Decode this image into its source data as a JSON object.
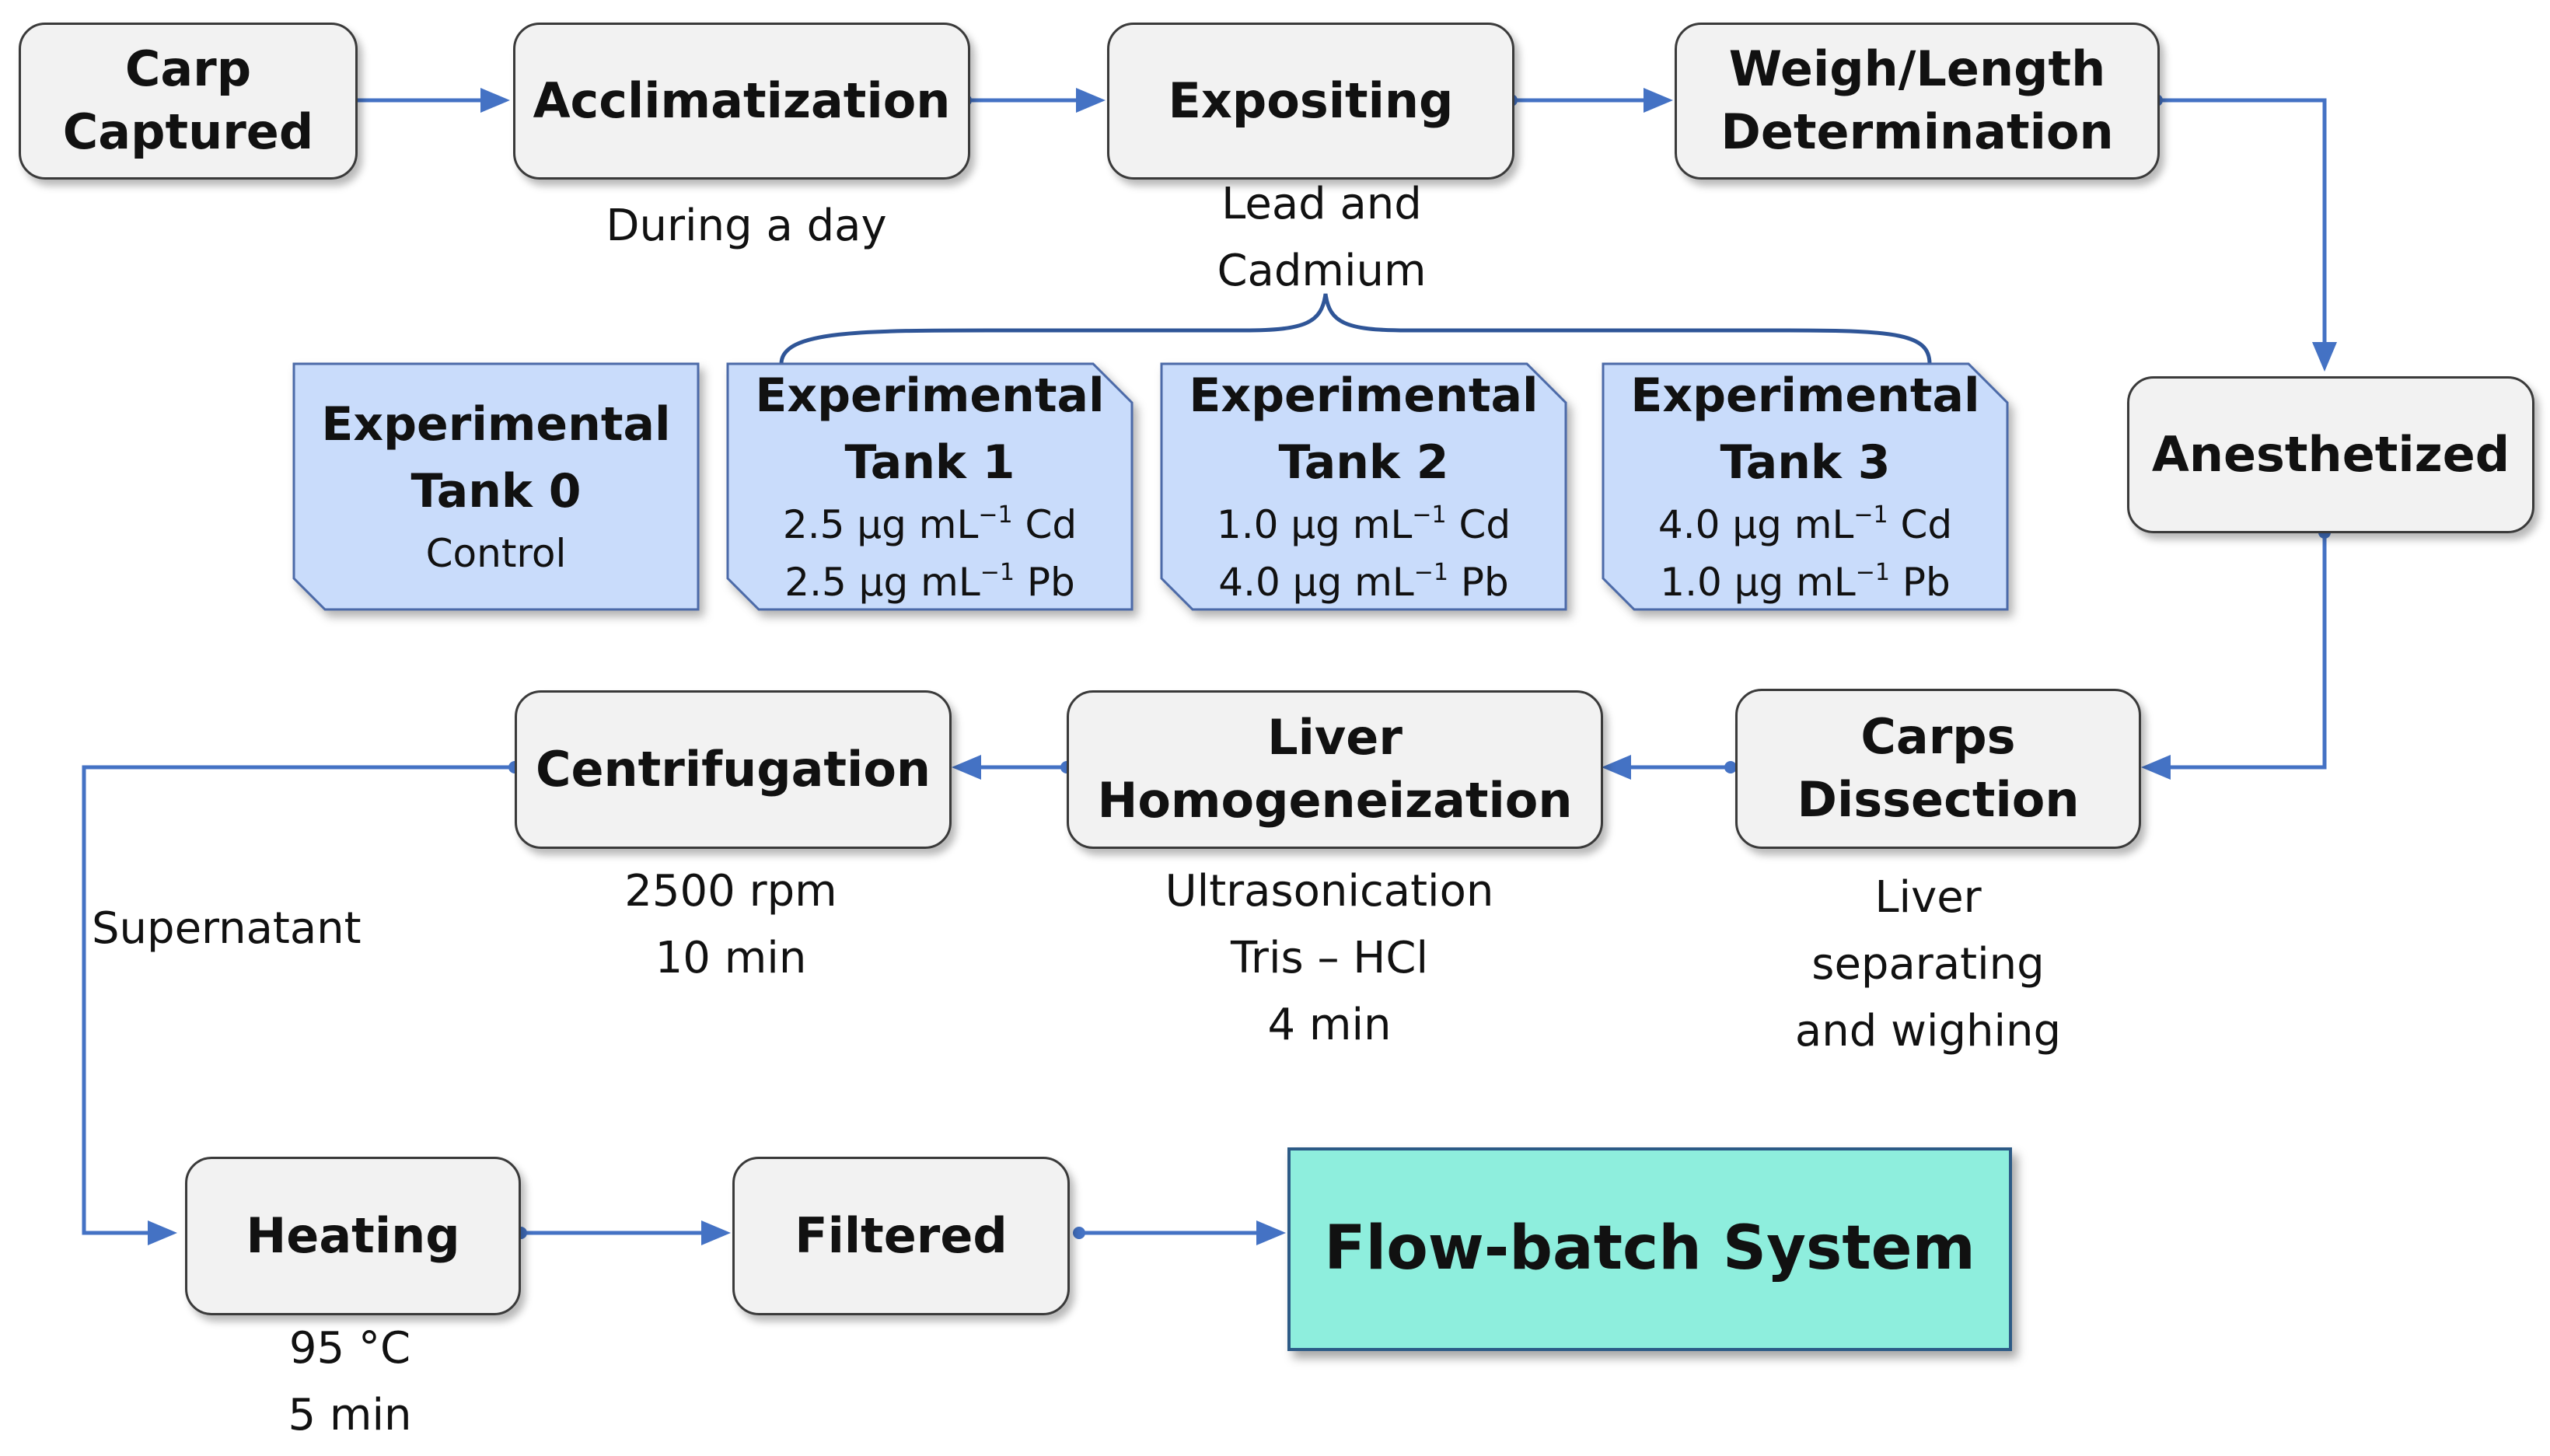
{
  "colors": {
    "arrow": "#4472c4",
    "box_fill": "#f2f2f2",
    "box_border": "#3a3a3a",
    "tank_fill": "#c9dcfb",
    "tank_border": "#4c6aa8",
    "flow_fill": "#8eeedd"
  },
  "steps": {
    "carp_captured": [
      "Carp",
      "Captured"
    ],
    "acclimatization": [
      "Acclimatization"
    ],
    "expositing": [
      "Expositing"
    ],
    "weigh_length": [
      "Weigh/Length",
      "Determination"
    ],
    "anesthetized": [
      "Anesthetized"
    ],
    "carps_dissection": [
      "Carps",
      "Dissection"
    ],
    "liver_homogeneization": [
      "Liver",
      "Homogeneization"
    ],
    "centrifugation": [
      "Centrifugation"
    ],
    "heating": [
      "Heating"
    ],
    "filtered": [
      "Filtered"
    ],
    "flow_batch": [
      "Flow-batch System"
    ]
  },
  "notes": {
    "acclimatization": [
      "During a day"
    ],
    "expositing": [
      "Lead and",
      "Cadmium"
    ],
    "carps_dissection": [
      "Liver",
      "separating",
      "and wighing"
    ],
    "liver_homogeneization": [
      "Ultrasonication",
      "Tris – HCl",
      "4 min"
    ],
    "centrifugation": [
      "2500 rpm",
      "10 min"
    ],
    "supernatant": [
      "Supernatant"
    ],
    "heating": [
      "95 °C",
      "5 min"
    ]
  },
  "tanks": {
    "tank0": {
      "title": [
        "Experimental",
        "Tank 0"
      ],
      "subtitle": "Control"
    },
    "tank1": {
      "title": [
        "Experimental",
        "Tank 1"
      ],
      "cd": {
        "value": "2.5 µg mL",
        "exp": "−1",
        "element": "Cd"
      },
      "pb": {
        "value": "2.5 µg mL",
        "exp": "−1",
        "element": "Pb"
      }
    },
    "tank2": {
      "title": [
        "Experimental",
        "Tank 2"
      ],
      "cd": {
        "value": "1.0 µg mL",
        "exp": "−1",
        "element": "Cd"
      },
      "pb": {
        "value": "4.0 µg mL",
        "exp": "−1",
        "element": "Pb"
      }
    },
    "tank3": {
      "title": [
        "Experimental",
        "Tank 3"
      ],
      "cd": {
        "value": "4.0 µg mL",
        "exp": "−1",
        "element": "Cd"
      },
      "pb": {
        "value": "1.0 µg mL",
        "exp": "−1",
        "element": "Pb"
      }
    }
  }
}
